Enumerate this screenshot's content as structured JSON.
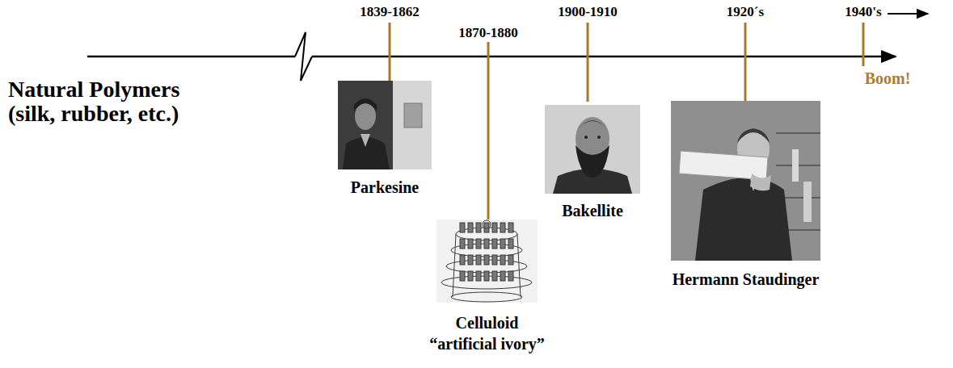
{
  "diagram": {
    "nodes": [
      {
        "text": [
          "Parkesine"
        ]
      },
      {
        "text": [
          "Celluloid",
          "“artificial ivory”"
        ]
      },
      {
        "text": [
          "Bakellite"
        ]
      },
      {
        "text": [
          "Hermann Staudinger"
        ]
      }
    ],
    "labels": [
      "Natural Polymers (silk, rubber, etc.)",
      "1839-1862",
      "1870-1880",
      "1900-1910",
      "1920´s",
      "1940's",
      "Boom!"
    ]
  }
}
